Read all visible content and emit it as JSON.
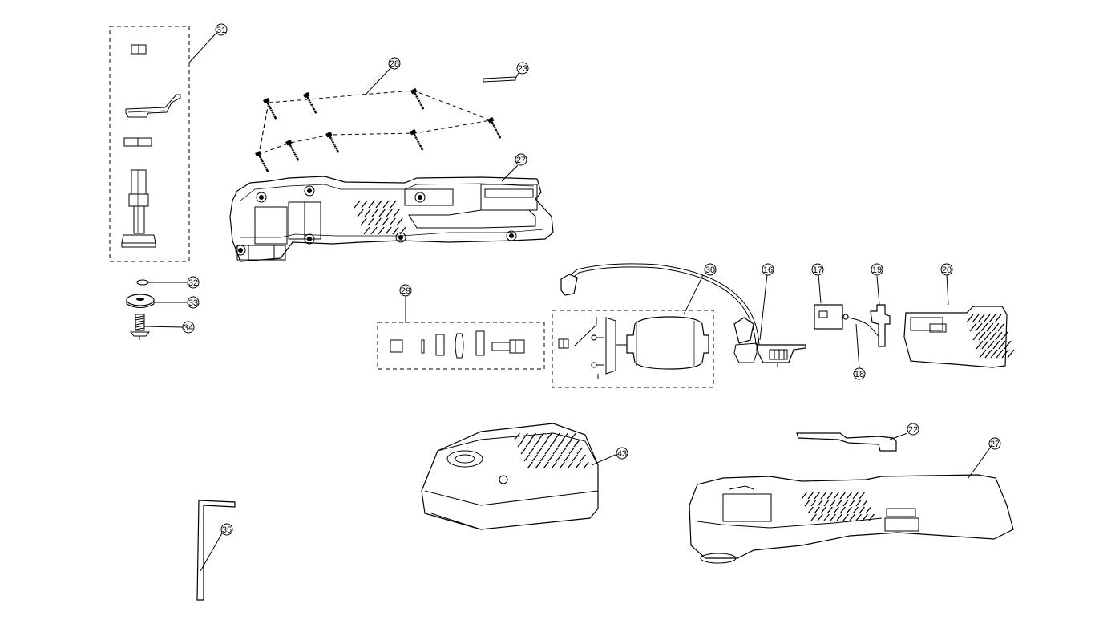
{
  "diagram": {
    "callouts": [
      {
        "id": "c31",
        "label": "31"
      },
      {
        "id": "c28",
        "label": "28"
      },
      {
        "id": "c23",
        "label": "23"
      },
      {
        "id": "c27a",
        "label": "27"
      },
      {
        "id": "c32",
        "label": "32"
      },
      {
        "id": "c33",
        "label": "33"
      },
      {
        "id": "c34",
        "label": "34"
      },
      {
        "id": "c29",
        "label": "29"
      },
      {
        "id": "c30",
        "label": "30"
      },
      {
        "id": "c16",
        "label": "16"
      },
      {
        "id": "c17",
        "label": "17"
      },
      {
        "id": "c19",
        "label": "19"
      },
      {
        "id": "c20",
        "label": "20"
      },
      {
        "id": "c18",
        "label": "18"
      },
      {
        "id": "c22",
        "label": "22"
      },
      {
        "id": "c27b",
        "label": "27"
      },
      {
        "id": "c43",
        "label": "43"
      },
      {
        "id": "c35",
        "label": "35"
      }
    ]
  }
}
